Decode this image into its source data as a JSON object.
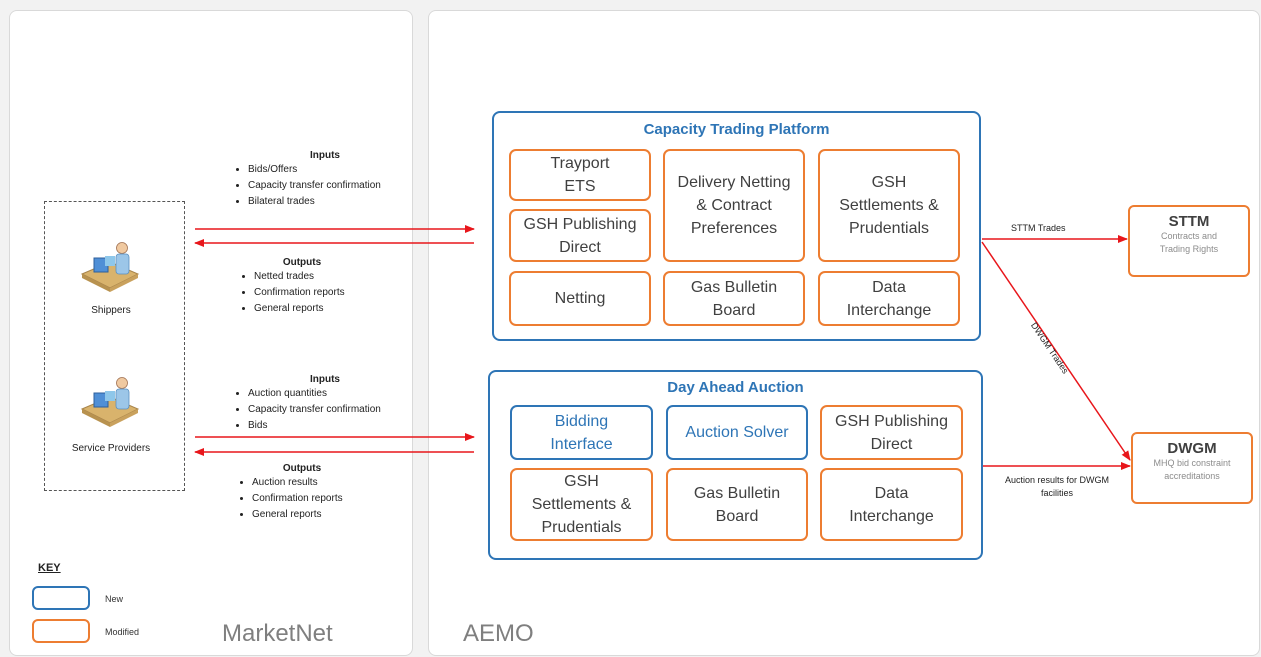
{
  "panels": {
    "left_label": "MarketNet",
    "right_label": "AEMO"
  },
  "ctp": {
    "title": "Capacity Trading Platform",
    "boxes": {
      "trayport": "Trayport\nETS",
      "delivery": "Delivery Netting\n& Contract\nPreferences",
      "settlements": "GSH\nSettlements &\nPrudentials",
      "publishing": "GSH Publishing\nDirect",
      "netting": "Netting",
      "bulletin": "Gas Bulletin\nBoard",
      "interchange": "Data\nInterchange"
    }
  },
  "daa": {
    "title": "Day Ahead Auction",
    "boxes": {
      "bidding": "Bidding\nInterface",
      "solver": "Auction Solver",
      "publishing": "GSH Publishing\nDirect",
      "settlements": "GSH\nSettlements &\nPrudentials",
      "bulletin": "Gas Bulletin\nBoard",
      "interchange": "Data\nInterchange"
    }
  },
  "parties": {
    "shippers": "Shippers",
    "service_providers": "Service Providers"
  },
  "shipper_io": {
    "inputs_title": "Inputs",
    "inputs": [
      "Bids/Offers",
      "Capacity transfer confirmation",
      "Bilateral trades"
    ],
    "outputs_title": "Outputs",
    "outputs": [
      "Netted trades",
      "Confirmation reports",
      "General reports"
    ]
  },
  "provider_io": {
    "inputs_title": "Inputs",
    "inputs": [
      "Auction quantities",
      "Capacity transfer confirmation",
      "Bids"
    ],
    "outputs_title": "Outputs",
    "outputs": [
      "Auction results",
      "Confirmation reports",
      "General reports"
    ]
  },
  "sttm": {
    "title": "STTM",
    "subtitle": "Contracts and\nTrading Rights"
  },
  "dwgm": {
    "title": "DWGM",
    "subtitle": "MHQ bid constraint\naccreditations"
  },
  "flows": {
    "sttm_trades": "STTM Trades",
    "dwgm_trades": "DWGM Trades",
    "auction_results": "Auction results for DWGM\nfacilities"
  },
  "key": {
    "title": "KEY",
    "new": "New",
    "modified": "Modified"
  },
  "colors": {
    "new": "#2e75b6",
    "modified": "#ed7d31",
    "arrow": "#e8161b"
  }
}
